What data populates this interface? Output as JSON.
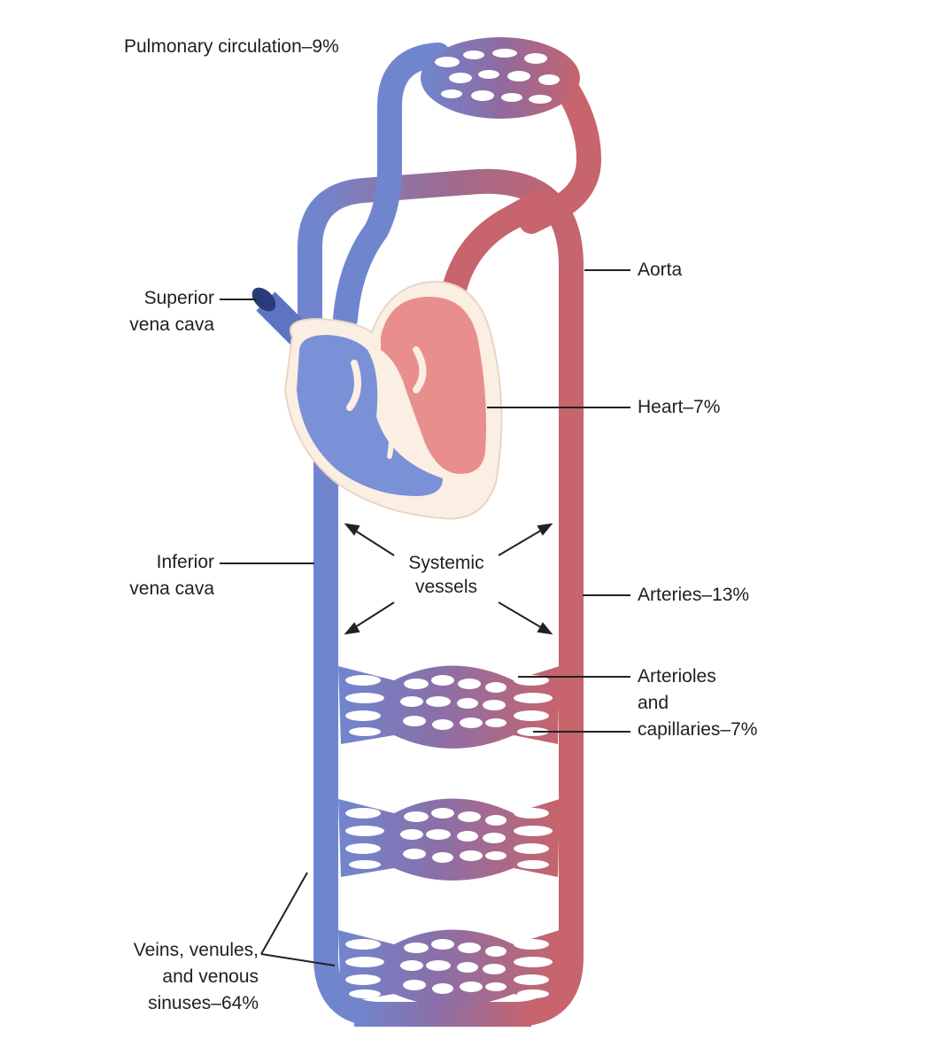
{
  "labels": {
    "pulmonary": "Pulmonary circulation–9%",
    "aorta": "Aorta",
    "superior_vena_cava": [
      "Superior",
      "vena cava"
    ],
    "heart": "Heart–7%",
    "inferior_vena_cava": [
      "Inferior",
      "vena cava"
    ],
    "systemic_vessels": [
      "Systemic",
      "vessels"
    ],
    "arteries": "Arteries–13%",
    "arterioles_capillaries": [
      "Arterioles",
      "and",
      "capillaries–7%"
    ],
    "veins": [
      "Veins, venules,",
      "and venous",
      "sinuses–64%"
    ]
  },
  "colors": {
    "venous": "#6f86cf",
    "arterial": "#c7646c",
    "heart_outline": "#fbeee2",
    "leader_line": "#222222"
  }
}
